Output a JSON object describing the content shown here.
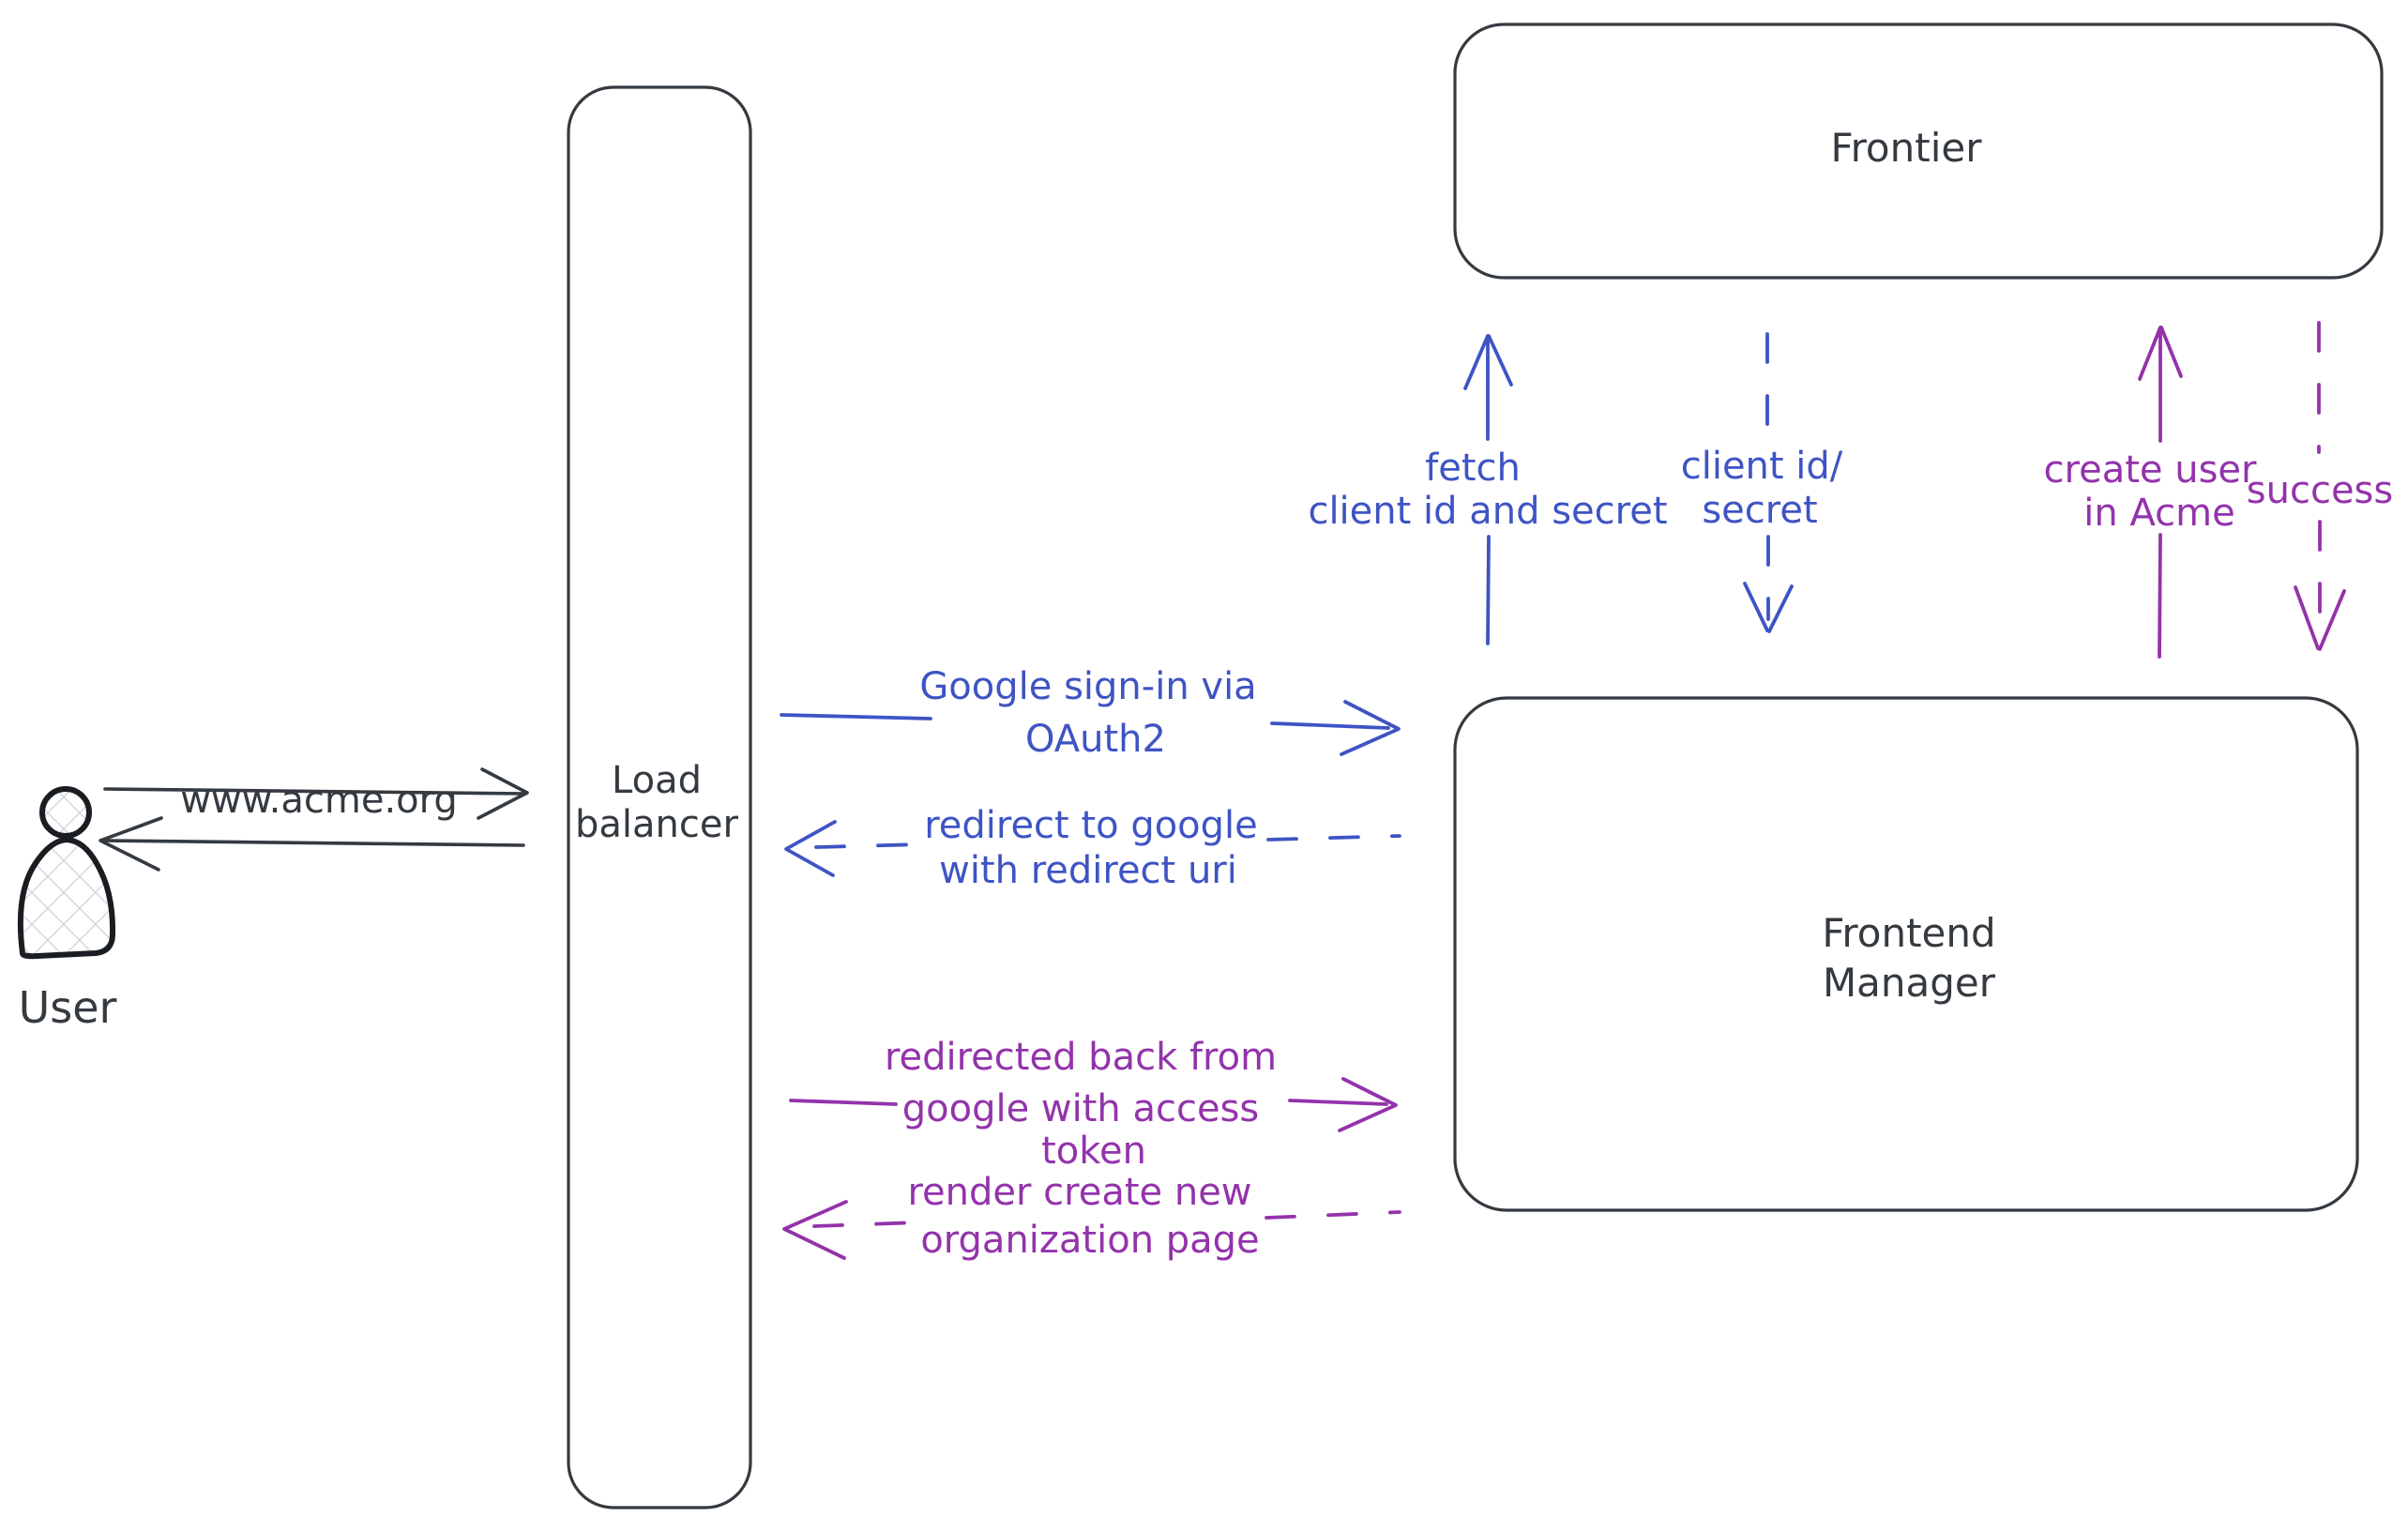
{
  "colors": {
    "ink": "#343a40",
    "blue": "#3e54c4",
    "purple": "#9333ab",
    "hatch_fill": "#c8d1d9",
    "background": "#ffffff"
  },
  "nodes": [
    {
      "id": "user",
      "label": "User",
      "type": "actor"
    },
    {
      "id": "load-balancer",
      "label": "Load balancer",
      "type": "box"
    },
    {
      "id": "frontier",
      "label": "Frontier",
      "type": "box"
    },
    {
      "id": "frontend-manager",
      "label": "Frontend Manager",
      "type": "box"
    }
  ],
  "edges": [
    {
      "from": "user",
      "to": "load-balancer",
      "label": "www.acme.org",
      "line": "solid",
      "color": "ink"
    },
    {
      "from": "load-balancer",
      "to": "user",
      "label": "",
      "line": "solid",
      "color": "ink"
    },
    {
      "from": "load-balancer",
      "to": "frontend-manager",
      "label": "Google sign-in via OAuth2",
      "line": "solid",
      "color": "blue"
    },
    {
      "from": "frontend-manager",
      "to": "load-balancer",
      "label": "redirect to google with redirect uri",
      "line": "dashed",
      "color": "blue"
    },
    {
      "from": "frontend-manager",
      "to": "frontier",
      "label": "fetch client id and secret",
      "line": "solid",
      "color": "blue"
    },
    {
      "from": "frontier",
      "to": "frontend-manager",
      "label": "client id/ secret",
      "line": "dashed",
      "color": "blue"
    },
    {
      "from": "frontend-manager",
      "to": "frontier",
      "label": "create user in Acme",
      "line": "solid",
      "color": "purple"
    },
    {
      "from": "frontier",
      "to": "frontend-manager",
      "label": "success",
      "line": "dashed",
      "color": "purple"
    },
    {
      "from": "load-balancer",
      "to": "frontend-manager",
      "label": "redirected back from google with access token",
      "line": "solid",
      "color": "purple"
    },
    {
      "from": "frontend-manager",
      "to": "load-balancer",
      "label": "render create new organization page",
      "line": "dashed",
      "color": "purple"
    }
  ],
  "labels": {
    "user": "User",
    "load_balancer_1": "Load",
    "load_balancer_2": "balancer",
    "frontier": "Frontier",
    "frontend_manager_1": "Frontend",
    "frontend_manager_2": "Manager",
    "www_acme": "www.acme.org",
    "google_signin_1": "Google sign-in via",
    "google_signin_2": "OAuth2",
    "redirect_1": "redirect to google",
    "redirect_2": "with redirect uri",
    "fetch_1": "fetch",
    "fetch_2": "client id and secret",
    "client_id_1": "client id/",
    "client_id_2": "secret",
    "create_user_1": "create user",
    "create_user_2": "in Acme",
    "success": "success",
    "redirected_back_1": "redirected back from",
    "redirected_back_2": "google with access",
    "redirected_back_3": "token",
    "render_1": "render create new",
    "render_2": "organization page"
  }
}
